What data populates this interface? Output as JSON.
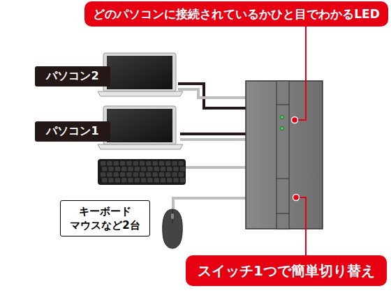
{
  "diagram": {
    "nodes": [
      {
        "text": [
          "どのパソコンに接続されているかひと目でわかるLED"
        ]
      },
      {
        "text": [
          "パソコン2"
        ]
      },
      {
        "text": [
          "パソコン1"
        ]
      },
      {
        "text": [
          "キーボード マウスなど2台"
        ]
      },
      {
        "text": [
          "スイッチ1つで簡単切り替え"
        ]
      }
    ]
  }
}
